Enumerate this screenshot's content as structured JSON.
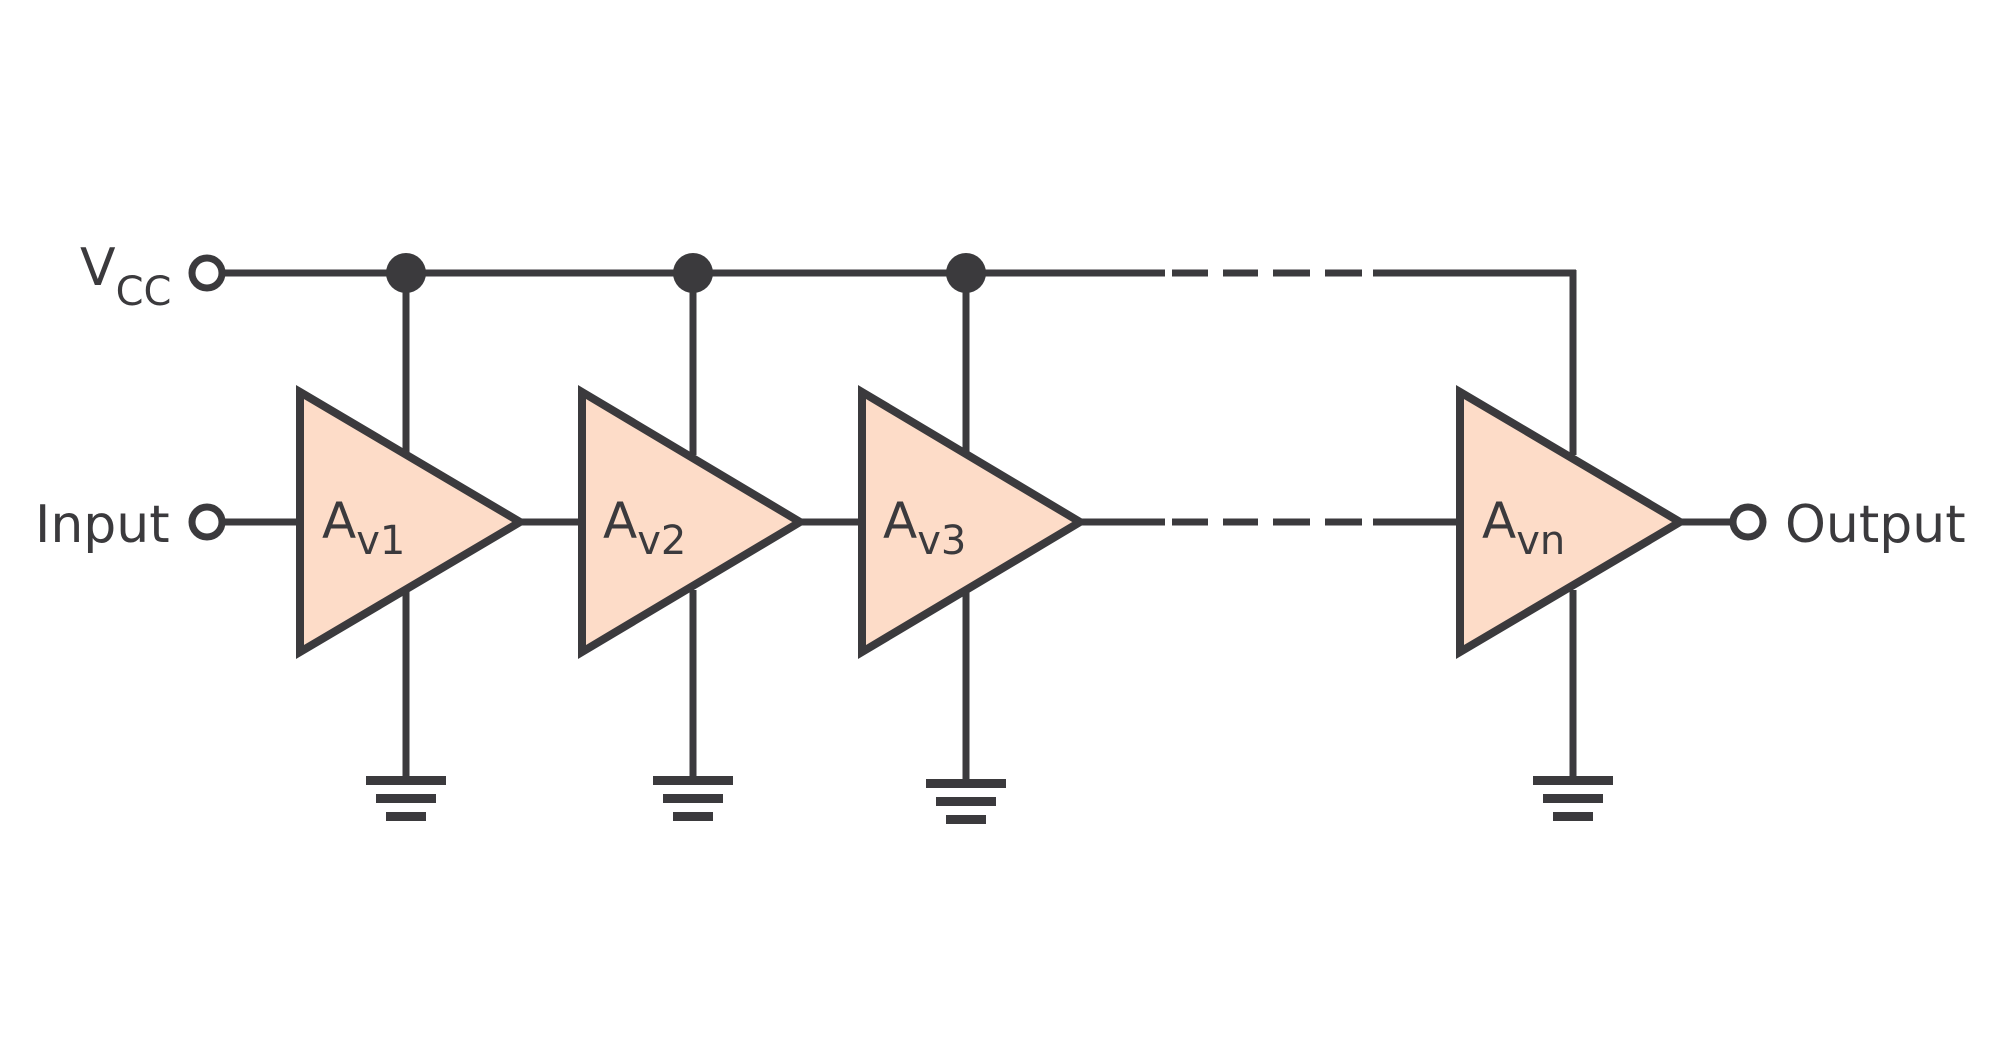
{
  "labels": {
    "supply_main": "V",
    "supply_sub": "CC",
    "input": "Input",
    "output": "Output"
  },
  "amplifiers": [
    {
      "main": "A",
      "sub": "v1"
    },
    {
      "main": "A",
      "sub": "v2"
    },
    {
      "main": "A",
      "sub": "v3"
    },
    {
      "main": "A",
      "sub": "vn"
    }
  ],
  "colors": {
    "stroke": "#3b3a3d",
    "amplifier_fill": "#fddcc8",
    "background": "#ffffff"
  }
}
